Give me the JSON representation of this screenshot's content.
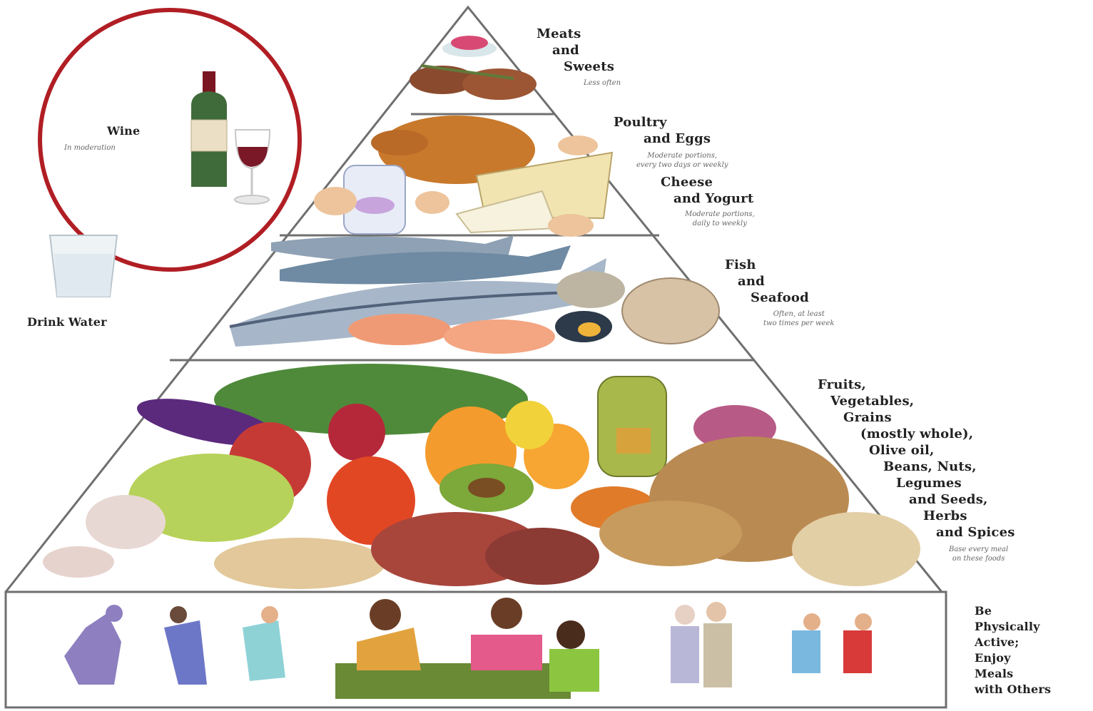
{
  "tiers": {
    "meats": {
      "lines": [
        "Meats",
        "and",
        "Sweets"
      ],
      "note": "Less often"
    },
    "poultry": {
      "lines": [
        "Poultry",
        "and Eggs"
      ],
      "note_lines": [
        "Moderate portions,",
        "every two days or weekly"
      ]
    },
    "cheese": {
      "lines": [
        "Cheese",
        "and Yogurt"
      ],
      "note_lines": [
        "Moderate portions,",
        "daily to weekly"
      ]
    },
    "fish": {
      "lines": [
        "Fish",
        "and",
        "Seafood"
      ],
      "note_lines": [
        "Often, at least",
        "two times per week"
      ]
    },
    "fruits": {
      "lines": [
        "Fruits,",
        "Vegetables,",
        "Grains",
        "(mostly whole),",
        "Olive oil,",
        "Beans, Nuts,",
        "Legumes",
        "and Seeds,",
        "Herbs",
        "and Spices"
      ],
      "note_lines": [
        "Base every meal",
        "on these foods"
      ]
    }
  },
  "wine": {
    "label": "Wine",
    "note": "In moderation",
    "bottle_label": ""
  },
  "water": {
    "label": "Drink Water"
  },
  "activity": {
    "lines": [
      "Be",
      "Physically",
      "Active;",
      "Enjoy",
      "Meals",
      "with Others"
    ]
  },
  "colors": {
    "highlight_circle": "#b01e24",
    "pyramid_outline": "#6f6f6f",
    "label_text": "#222222"
  },
  "icons": [
    "wine-bottle-icon",
    "wine-glass-icon",
    "water-glass-icon"
  ]
}
